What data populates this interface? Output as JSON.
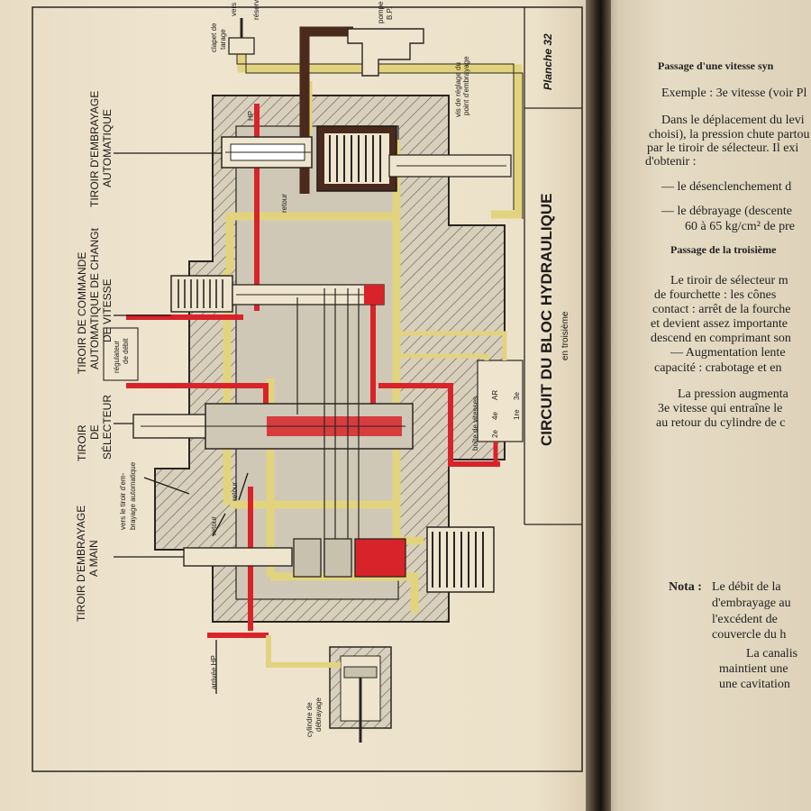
{
  "plate": {
    "number": "Planche 32",
    "title": "CIRCUIT DU BLOC HYDRAULIQUE",
    "subtitle": "en troisième",
    "labels": {
      "tiroir_embrayage_auto": [
        "TIROIR D'EMBRAYAGE",
        "AUTOMATIQUE"
      ],
      "tiroir_commande": [
        "TIROIR DE COMMANDE",
        "AUTOMATIQUE DE CHANGt",
        "DE VITESSE"
      ],
      "tiroir_selecteur": [
        "TIROIR",
        "DE",
        "SÉLECTEUR"
      ],
      "tiroir_embrayage_main": [
        "TIROIR D'EMBRAYAGE",
        "A MAIN"
      ],
      "clapet_tarage": [
        "clapet de",
        "tarage"
      ],
      "pompe_bp": [
        "pompe",
        "B.P."
      ],
      "vers_reservoir": [
        "vers",
        "réserv."
      ],
      "vis_reglage": [
        "vis de réglage du",
        "point d'embrayage"
      ],
      "hp": "HP",
      "retour": "retour",
      "regulateur_debit": [
        "régulateur",
        "de débit"
      ],
      "vers_tiroir": [
        "vers le tiroir d'em-",
        "brayage automatique"
      ],
      "arrivee_hp": "arrivée HP",
      "cylindre": [
        "cylindre de",
        "débrayage"
      ],
      "boite_vitesses": "boîte de vitesses",
      "gears": [
        "AR",
        "4e",
        "2e",
        "3e",
        "1re"
      ]
    }
  },
  "right_page": {
    "lines": [
      {
        "text": "Passage d'une vitesse syn",
        "style": "heading"
      },
      {
        "text": "Exemple : 3e vitesse (voir Pl",
        "style": "normal"
      },
      {
        "text": "Dans le déplacement du levi",
        "style": "normal"
      },
      {
        "text": "choisi), la pression chute partou",
        "style": "normal"
      },
      {
        "text": "par le tiroir de sélecteur. Il exi",
        "style": "normal"
      },
      {
        "text": "d'obtenir :",
        "style": "normal"
      },
      {
        "text": "— le désenclenchement d",
        "style": "normal"
      },
      {
        "text": "— le débrayage (descente",
        "style": "normal"
      },
      {
        "text": "60 à 65 kg/cm² de pre",
        "style": "normal"
      },
      {
        "text": "Passage de la troisième",
        "style": "heading"
      },
      {
        "text": "Le tiroir de sélecteur m",
        "style": "normal"
      },
      {
        "text": "de fourchette : les cônes",
        "style": "mixed"
      },
      {
        "text": "contact : arrêt de la fourche",
        "style": "mixed"
      },
      {
        "text": "et devient assez importante",
        "style": "normal"
      },
      {
        "text": "descend en comprimant son",
        "style": "normal"
      },
      {
        "text": "— Augmentation lente",
        "style": "normal"
      },
      {
        "text": "capacité : crabotage et en",
        "style": "mixed"
      },
      {
        "text": "La pression augmenta",
        "style": "normal"
      },
      {
        "text": "3e vitesse qui entraîne le",
        "style": "normal"
      },
      {
        "text": "au retour du cylindre de c",
        "style": "normal"
      },
      {
        "text": "Nota :",
        "style": "bold"
      },
      {
        "text": "Le débit de la",
        "style": "normal"
      },
      {
        "text": "d'embrayage au",
        "style": "normal"
      },
      {
        "text": "l'excédent de",
        "style": "normal"
      },
      {
        "text": "couvercle du h",
        "style": "normal"
      },
      {
        "text": "La canalis",
        "style": "normal"
      },
      {
        "text": "maintient une",
        "style": "normal"
      },
      {
        "text": "une cavitation",
        "style": "normal"
      }
    ]
  },
  "colors": {
    "paper": "#ece1c9",
    "hp_red": "#d8232a",
    "bp_yellow": "#e6d98a",
    "body_grey": "#c9c2b0",
    "dark_brown": "#4a2a1c"
  }
}
